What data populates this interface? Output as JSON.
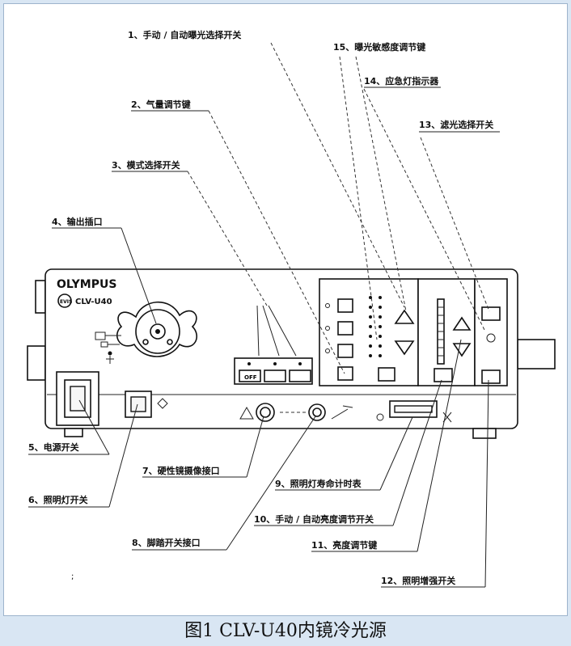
{
  "caption": "图1 CLV-U40内镜冷光源",
  "device": {
    "brand": "OLYMPUS",
    "model": "CLV-U40",
    "badge": "EVIS",
    "mode_buttons": [
      "OFF",
      "",
      ""
    ]
  },
  "labels": {
    "l1": "1、手动 / 自动曝光选择开关",
    "l2": "2、气量调节键",
    "l3": "3、模式选择开关",
    "l4": "4、输出插口",
    "l5": "5、电源开关",
    "l6": "6、照明灯开关",
    "l7": "7、硬性镜摄像接口",
    "l8": "8、脚踏开关接口",
    "l9": "9、照明灯寿命计时表",
    "l10": "10、手动 / 自动亮度调节开关",
    "l11": "11、亮度调节键",
    "l12": "12、照明增强开关",
    "l13": "13、滤光选择开关",
    "l14": "14、应急灯指示器",
    "l15": "15、曝光敏感度调节键"
  }
}
